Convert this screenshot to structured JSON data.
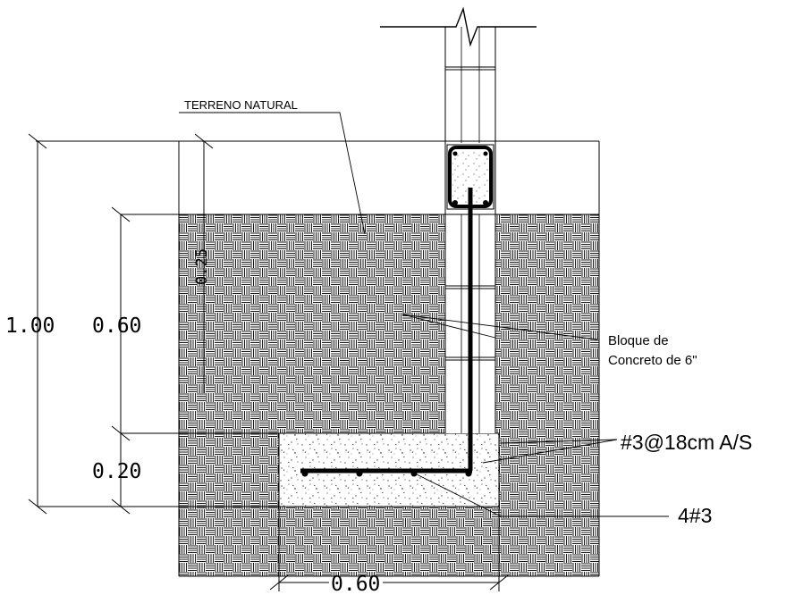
{
  "labels": {
    "terrain": "TERRENO NATURAL",
    "block_line1": "Bloque de",
    "block_line2": "Concreto de 6\"",
    "stirrup_rebar": "#3@18cm A/S",
    "long_rebar": "4#3",
    "small_dim": "0.25"
  },
  "dimensions": {
    "total_height": "1.00",
    "depth_to_footing": "0.60",
    "footing_thickness": "0.20",
    "footing_width": "0.60"
  }
}
